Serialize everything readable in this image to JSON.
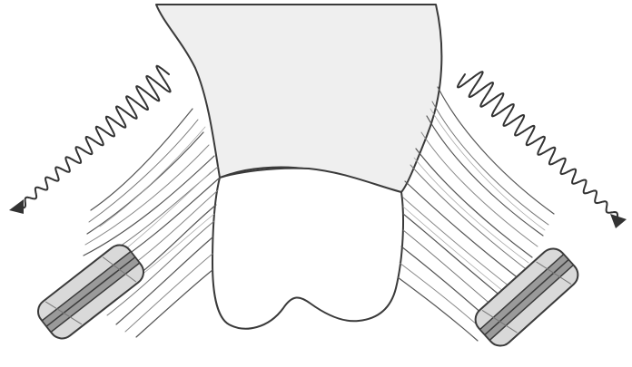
{
  "diagram": {
    "background": "#ffffff",
    "colors": {
      "outline": "#3a3a3a",
      "upper_fill": "#efefef",
      "crown_fill": "#ffffff",
      "fiber": "#555555",
      "fiber_light": "#9a9a9a",
      "clamp_fill": "#d4d4d4",
      "clamp_dark": "#8a8a8a",
      "wave": "#333333"
    },
    "parts": [
      "upper-structure",
      "crown",
      "left-fiber-bundle",
      "right-fiber-bundle",
      "left-clamp",
      "right-clamp",
      "left-wave-arrow",
      "right-wave-arrow"
    ]
  }
}
